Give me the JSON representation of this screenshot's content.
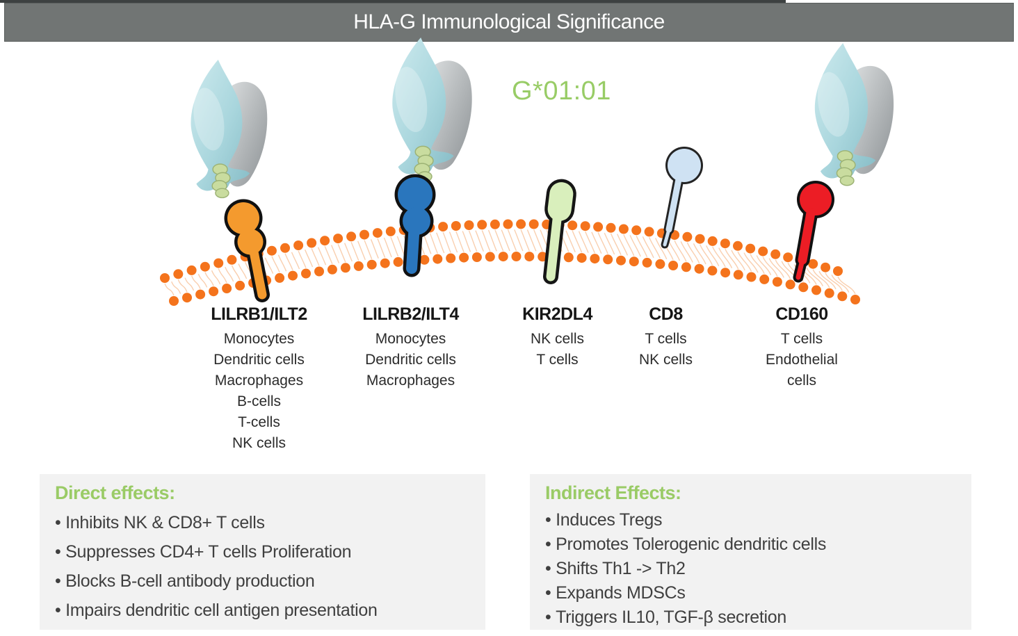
{
  "header": {
    "title": "HLA-G Immunological Significance"
  },
  "allele_label": "G*01:01",
  "colors": {
    "accent_green": "#98cc66",
    "title_bar_gray": "#717574",
    "box_gray": "#f2f2f2",
    "membrane_orange": "#f4731c",
    "membrane_tail": "#f8c39b",
    "hlag_molecule_blue": "#a9d6dd",
    "hlag_molecule_gray": "#a6abae",
    "peptide_green": "#c9dc9f",
    "text_dark": "#3f3f3f"
  },
  "receptors": [
    {
      "name": "LILRB1/ILT2",
      "color": "#f49a2e",
      "outline": "#111111",
      "cells": [
        "Monocytes",
        "Dendritic cells",
        "Macrophages",
        "B-cells",
        "T-cells",
        "NK cells"
      ]
    },
    {
      "name": "LILRB2/ILT4",
      "color": "#2a76bd",
      "outline": "#111111",
      "cells": [
        "Monocytes",
        "Dendritic cells",
        "Macrophages"
      ]
    },
    {
      "name": "KIR2DL4",
      "color": "#d9efbc",
      "outline": "#161616",
      "cells": [
        "NK cells",
        "T cells"
      ]
    },
    {
      "name": "CD8",
      "color": "#cfe2f3",
      "outline": "#242424",
      "cells": [
        "T cells",
        "NK cells"
      ]
    },
    {
      "name": "CD160",
      "color": "#ec1d25",
      "outline": "#111111",
      "cells": [
        "T cells",
        "Endothelial cells"
      ]
    }
  ],
  "effects": {
    "direct": {
      "heading": "Direct effects:",
      "items": [
        "Inhibits NK & CD8+ T cells",
        "Suppresses CD4+ T cells Proliferation",
        "Blocks B-cell antibody production",
        "Impairs dendritic cell antigen presentation"
      ]
    },
    "indirect": {
      "heading": "Indirect Effects:",
      "items": [
        "Induces Tregs",
        "Promotes Tolerogenic dendritic cells",
        "Shifts Th1 -> Th2",
        "Expands MDSCs",
        "Triggers IL10, TGF-β secretion"
      ]
    }
  }
}
